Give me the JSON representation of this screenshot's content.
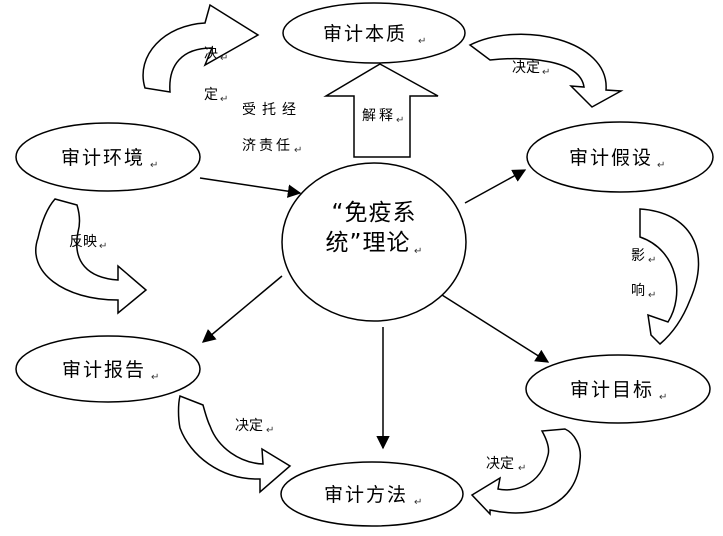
{
  "center": {
    "line1": "“免疫系",
    "line2": "统”理论"
  },
  "nodes": {
    "essence": "审计本质",
    "environment": "审计环境",
    "assumption": "审计假设",
    "report": "审计报告",
    "objective": "审计目标",
    "method": "审计方法"
  },
  "relations": {
    "decide_env_essence_1": "决",
    "decide_env_essence_2": "定",
    "accountability_1": "受托经",
    "accountability_2": "济责任",
    "explain": "解释",
    "decide_essence_assumption": "决定",
    "reflect": "反映",
    "influence_1": "影",
    "influence_2": "响",
    "decide_method_report": "决定",
    "decide_objective_method": "决定"
  },
  "paragraph_mark": "↵"
}
